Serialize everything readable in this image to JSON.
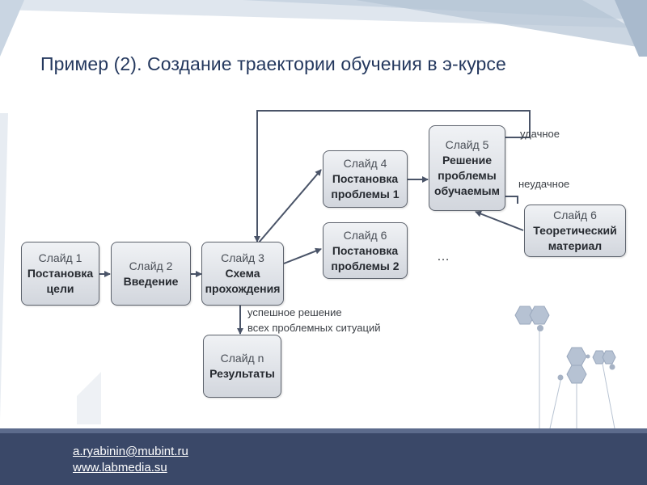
{
  "title": "Пример (2). Создание траектории обучения в э-курсе",
  "nodes": [
    {
      "id": "s1",
      "title": "Слайд 1",
      "lines": [
        "Постановка",
        "цели"
      ]
    },
    {
      "id": "s2",
      "title": "Слайд 2",
      "lines": [
        "Введение"
      ]
    },
    {
      "id": "s3",
      "title": "Слайд 3",
      "lines": [
        "Схема",
        "прохождения"
      ]
    },
    {
      "id": "s4",
      "title": "Слайд 4",
      "lines": [
        "Постановка",
        "проблемы 1"
      ]
    },
    {
      "id": "s5",
      "title": "Слайд 5",
      "lines": [
        "Решение",
        "проблемы",
        "обучаемым"
      ]
    },
    {
      "id": "s6a",
      "title": "Слайд 6",
      "lines": [
        "Постановка",
        "проблемы 2"
      ]
    },
    {
      "id": "s6b",
      "title": "Слайд 6",
      "lines": [
        "Теоретический",
        "материал"
      ]
    },
    {
      "id": "sn",
      "title": "Слайд n",
      "lines": [
        "Результаты"
      ]
    }
  ],
  "edge_labels": {
    "success": "удачное",
    "failure": "неудачное",
    "all_solved_line1": "успешное решение",
    "all_solved_line2": "всех проблемных ситуаций"
  },
  "ellipsis": "…",
  "footer": {
    "email": "a.ryabinin@mubint.ru",
    "site": "www.labmedia.su"
  },
  "colors": {
    "title": "#24385e",
    "footer": "#3a4868",
    "arrow": "#4a5468",
    "box_border": "#5d636d"
  }
}
